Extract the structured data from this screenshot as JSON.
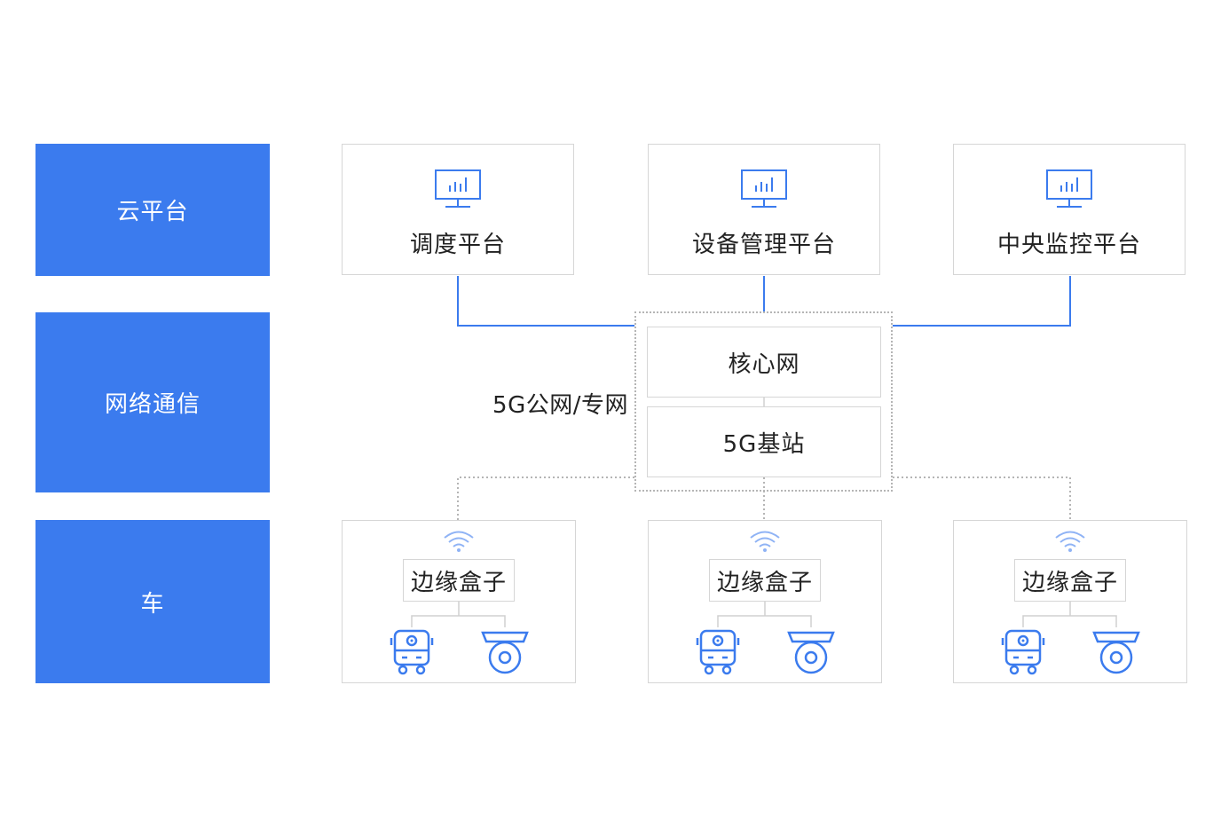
{
  "layers": {
    "cloud": "云平台",
    "network": "网络通信",
    "vehicle": "车"
  },
  "platforms": [
    {
      "label": "调度平台",
      "icon": "monitor-chart-icon"
    },
    {
      "label": "设备管理平台",
      "icon": "monitor-chart-icon"
    },
    {
      "label": "中央监控平台",
      "icon": "monitor-chart-icon"
    }
  ],
  "network": {
    "core": "核心网",
    "base_station": "5G基站",
    "link_label": "5G公网/专网"
  },
  "vehicles": [
    {
      "edge_box": "边缘盒子",
      "icons": [
        "wifi-icon",
        "bus-icon",
        "camera-icon"
      ]
    },
    {
      "edge_box": "边缘盒子",
      "icons": [
        "wifi-icon",
        "bus-icon",
        "camera-icon"
      ]
    },
    {
      "edge_box": "边缘盒子",
      "icons": [
        "wifi-icon",
        "bus-icon",
        "camera-icon"
      ]
    }
  ],
  "colors": {
    "accent": "#3b7bee",
    "line": "#3b7bee",
    "border": "#d6d6d6",
    "dotted": "#b5b5b5"
  }
}
